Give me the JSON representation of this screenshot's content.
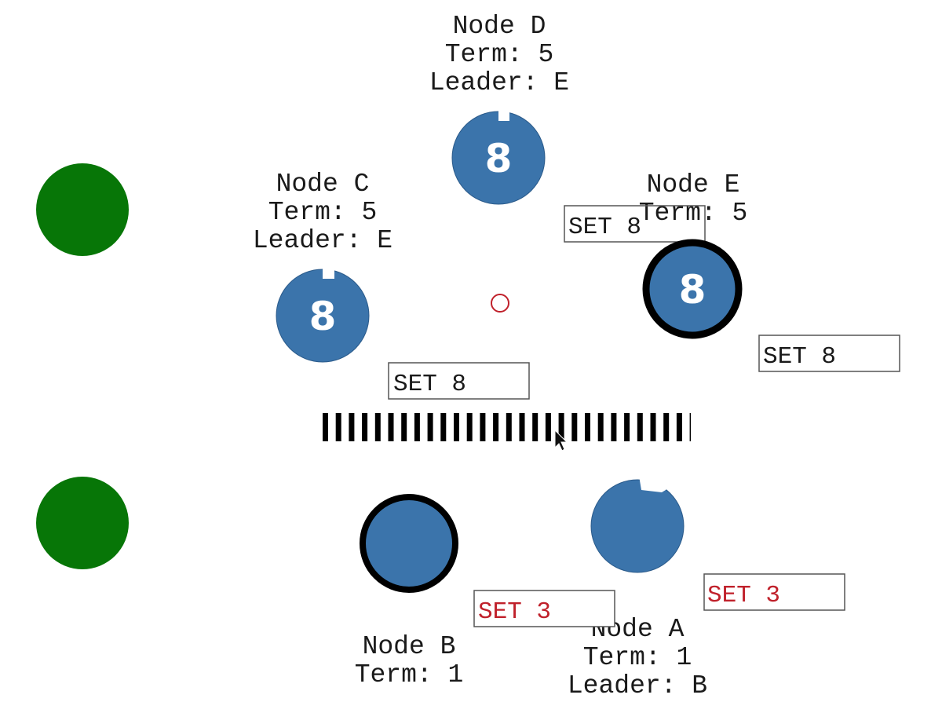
{
  "colors": {
    "node_fill": "#3b74ab",
    "node_stroke": "#2a5a8a",
    "client_fill": "#077607",
    "leader_ring": "#000000",
    "uncommitted_text": "#c0212b",
    "target_marker": "#c0212b"
  },
  "nodes": {
    "d": {
      "name_line": "Node D",
      "term_line": "Term: 5",
      "leader_line": "Leader: E",
      "value": "8"
    },
    "c": {
      "name_line": "Node C",
      "term_line": "Term: 5",
      "leader_line": "Leader: E",
      "value": "8"
    },
    "e": {
      "name_line": "Node E",
      "term_line": "Term: 5",
      "value": "8"
    },
    "b": {
      "name_line": "Node B",
      "term_line": "Term: 1"
    },
    "a": {
      "name_line": "Node A",
      "term_line": "Term: 1",
      "leader_line": "Leader: B"
    }
  },
  "messages": {
    "set8_top": "SET 8",
    "set8_right": "SET 8",
    "set8_left": "SET 8",
    "set3_left": "SET 3",
    "set3_right": "SET 3"
  },
  "partition": {
    "icon": "network-partition-barrier"
  }
}
